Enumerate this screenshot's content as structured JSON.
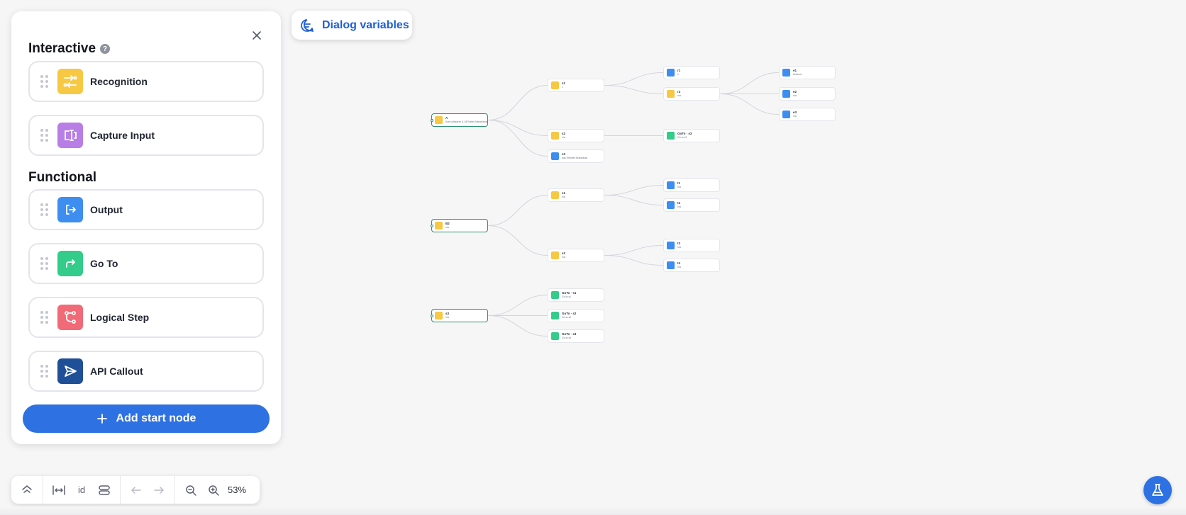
{
  "palette": {
    "sections": [
      {
        "title": "Interactive",
        "has_help": true,
        "items": [
          {
            "label": "Recognition",
            "icon": "recognition-icon",
            "color": "#f7c843"
          },
          {
            "label": "Capture Input",
            "icon": "capture-input-icon",
            "color": "#b97ee6"
          }
        ]
      },
      {
        "title": "Functional",
        "has_help": false,
        "items": [
          {
            "label": "Output",
            "icon": "output-icon",
            "color": "#3d8ef0"
          },
          {
            "label": "Go To",
            "icon": "goto-icon",
            "color": "#33cc8a"
          },
          {
            "label": "Logical Step",
            "icon": "logical-step-icon",
            "color": "#f06a78"
          },
          {
            "label": "API Callout",
            "icon": "api-callout-icon",
            "color": "#1f4f96"
          }
        ]
      }
    ],
    "add_button": {
      "label": "Add start node"
    }
  },
  "dialog_variables": {
    "label": "Dialog variables"
  },
  "toolbar": {
    "id_label": "id",
    "zoom": "53%"
  },
  "canvas": {
    "nodes": [
      {
        "title": "A",
        "sub": "Arzt schwarze & 18 Erstes Namenliste",
        "type": "recognition",
        "start": true
      },
      {
        "title": "s1",
        "sub": "1",
        "type": "recognition"
      },
      {
        "title": "s2",
        "sub": "n/a",
        "type": "recognition"
      },
      {
        "title": "s3",
        "sub": "das Erfinder Aktionärsa",
        "type": "output"
      },
      {
        "title": "r1",
        "sub": "1",
        "type": "output"
      },
      {
        "title": "r2",
        "sub": "n/a",
        "type": "recognition"
      },
      {
        "title": "GoTo · s3",
        "sub": "Go to s3",
        "type": "goto"
      },
      {
        "title": "e1",
        "sub": "Antwort",
        "type": "output"
      },
      {
        "title": "e2",
        "sub": "n/a",
        "type": "output"
      },
      {
        "title": "e3",
        "sub": "n/a",
        "type": "output"
      },
      {
        "title": "B2",
        "sub": "n/a",
        "type": "recognition",
        "start": true
      },
      {
        "title": "s1",
        "sub": "n/a",
        "type": "recognition"
      },
      {
        "title": "s2",
        "sub": "n/a",
        "type": "recognition"
      },
      {
        "title": "t1",
        "sub": "n/a",
        "type": "output"
      },
      {
        "title": "t2",
        "sub": "n/a",
        "type": "output"
      },
      {
        "title": "t3",
        "sub": "n/a",
        "type": "output"
      },
      {
        "title": "t4",
        "sub": "n/a",
        "type": "output"
      },
      {
        "title": "s3",
        "sub": "n/a",
        "type": "recognition",
        "start": true
      },
      {
        "title": "GoTo · s1",
        "sub": "Go to s1",
        "type": "goto"
      },
      {
        "title": "GoTo · s2",
        "sub": "Go to s2",
        "type": "goto"
      },
      {
        "title": "GoTo · s3",
        "sub": "Go to s3",
        "type": "goto"
      }
    ],
    "colors": {
      "recognition": "#f7c843",
      "output": "#3d8ef0",
      "goto": "#33cc8a",
      "edge": "#d2d5da"
    }
  }
}
